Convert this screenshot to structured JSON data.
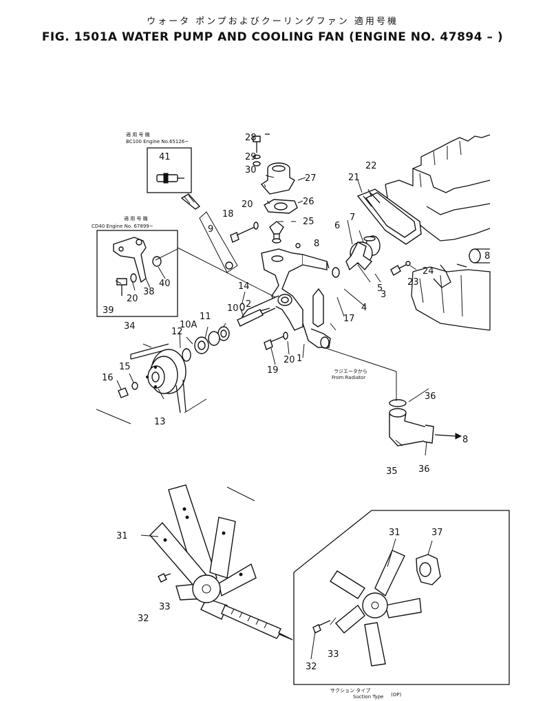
{
  "title": {
    "japanese": "ウォータ ポンプおよびクーリングファン 適用号機",
    "english": "FIG. 1501A  WATER PUMP AND COOLING FAN (ENGINE NO. 47894 – )"
  },
  "notes": {
    "inset1_jp": "適 用 号 機",
    "inset1_en": "BC100 Engine No.65126~",
    "inset2_jp": "適 用 号 機",
    "inset2_en": "CD40 Engine No. 67899~",
    "radiator_jp": "ラジエータから",
    "radiator_en": "From Radiator",
    "suction_jp": "サクション タイプ",
    "suction_en": "Suction Type",
    "suction_op": "(OP)"
  },
  "callouts": {
    "n1": "1",
    "n2": "2",
    "n3": "3",
    "n4": "4",
    "n5": "5",
    "n6": "6",
    "n7": "7",
    "n8a": "8",
    "n8b": "8",
    "n8c": "8",
    "n9a": "9",
    "n10": "10",
    "n10a": "10A",
    "n11": "11",
    "n12": "12",
    "n13": "13",
    "n14": "14",
    "n15": "15",
    "n16": "16",
    "n17": "17",
    "n18": "18",
    "n19": "19",
    "n20a": "20",
    "n20b": "20",
    "n20c": "20",
    "n21": "21",
    "n22": "22",
    "n23": "23",
    "n24": "24",
    "n25": "25",
    "n26": "26",
    "n27": "27",
    "n28": "28",
    "n29": "29",
    "n30": "30",
    "n31a": "31",
    "n31b": "31",
    "n32a": "32",
    "n32b": "32",
    "n33a": "33",
    "n33b": "33",
    "n34": "34",
    "n35": "35",
    "n36a": "36",
    "n36b": "36",
    "n37": "37",
    "n38": "38",
    "n39": "39",
    "n40": "40",
    "n41": "41"
  }
}
